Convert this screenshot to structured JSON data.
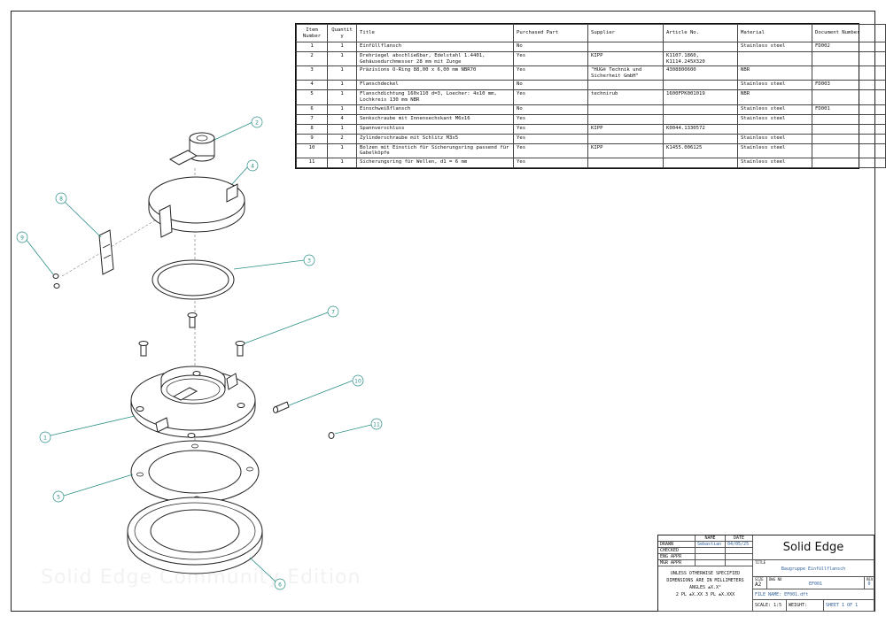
{
  "bom": {
    "headers": [
      "Item Number",
      "Quantity",
      "Title",
      "Purchased Part",
      "Supplier",
      "Article No.",
      "Material",
      "Document Number"
    ],
    "rows": [
      [
        "1",
        "1",
        "Einfüllflansch",
        "No",
        "",
        "",
        "Stainless steel",
        "FD002"
      ],
      [
        "2",
        "1",
        "Drehriegel abschließbar, Edelstahl 1.4401, Gehäusedurchmesser 28 mm mit Zunge",
        "Yes",
        "KIPP",
        "K1107.1860, K1114.245X320",
        "",
        ""
      ],
      [
        "3",
        "1",
        "Präzisions O-Ring 88,00 x 6,00 mm NBR70",
        "Yes",
        "\"HUG® Technik und Sicherheit GmbH\"",
        "4308800600",
        "NBR",
        ""
      ],
      [
        "4",
        "1",
        "Flanschdeckel",
        "No",
        "",
        "",
        "Stainless steel",
        "FD003"
      ],
      [
        "5",
        "1",
        "Flanschdichtung 160x110 d=3, Loecher: 4x10 mm, Lochkreis 130 mm NBR",
        "Yes",
        "technirub",
        "1600FPK001019",
        "NBR",
        ""
      ],
      [
        "6",
        "1",
        "Einschweißflansch",
        "No",
        "",
        "",
        "Stainless steel",
        "FD001"
      ],
      [
        "7",
        "4",
        "Senkschraube mit Innensechskant M6x16",
        "Yes",
        "",
        "",
        "Stainless steel",
        ""
      ],
      [
        "8",
        "1",
        "Spannverschluss",
        "Yes",
        "KIPP",
        "K0044.1330572",
        "",
        ""
      ],
      [
        "9",
        "2",
        "Zylinderschraube mit Schlitz M3x5",
        "Yes",
        "",
        "",
        "Stainless steel",
        ""
      ],
      [
        "10",
        "1",
        "Bolzen mit Einstich für Sicherungsring passend für Gabelköpfe",
        "Yes",
        "KIPP",
        "K1455.006125",
        "Stainless steel",
        ""
      ],
      [
        "11",
        "1",
        "Sicherungsring für Wellen, d1 = 6 mm",
        "Yes",
        "",
        "",
        "Stainless steel",
        ""
      ]
    ]
  },
  "balloons": [
    "1",
    "2",
    "3",
    "4",
    "5",
    "6",
    "7",
    "8",
    "9",
    "10",
    "11"
  ],
  "watermark": "Solid Edge Community Edition",
  "title_block": {
    "name_header": "NAME",
    "date_header": "DATE",
    "drawn_label": "DRAWN",
    "drawn_name": "Sebastian",
    "drawn_date": "04/05/25",
    "checked_label": "CHECKED",
    "eng_appr_label": "ENG APPR",
    "mgr_appr_label": "MGR APPR",
    "note_line1": "UNLESS OTHERWISE SPECIFIED",
    "note_line2": "DIMENSIONS ARE IN MILLIMETERS",
    "note_line3": "ANGLES ±X.X°",
    "note_line4": "2 PL ±X.XX 3 PL ±X.XXX",
    "brand": "Solid Edge",
    "title_label": "TITLE",
    "title_value": "Baugruppe Einfüllflansch",
    "size_label": "SIZE",
    "size_value": "A2",
    "dwg_no_label": "DWG NO",
    "dwg_no_value": "EF001",
    "rev_label": "REV",
    "rev_value": "0",
    "file_name": "FILE NAME: EF001.dft",
    "scale": "SCALE: 1:5",
    "weight": "WEIGHT:",
    "sheet": "SHEET 1 OF 1"
  }
}
